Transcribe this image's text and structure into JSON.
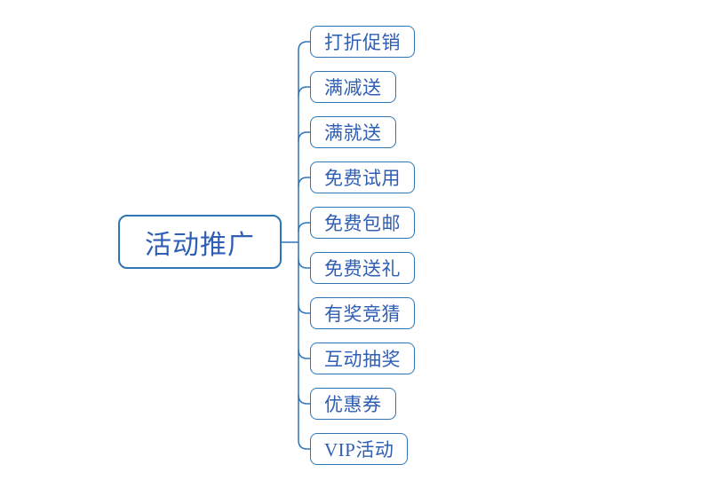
{
  "mindmap": {
    "root": {
      "label": "活动推广"
    },
    "children": [
      {
        "label": "打折促销"
      },
      {
        "label": "满减送"
      },
      {
        "label": "满就送"
      },
      {
        "label": "免费试用"
      },
      {
        "label": "免费包邮"
      },
      {
        "label": "免费送礼"
      },
      {
        "label": "有奖竞猜"
      },
      {
        "label": "互动抽奖"
      },
      {
        "label": "优惠券"
      },
      {
        "label": "VIP活动"
      }
    ],
    "colors": {
      "line": "#2E75B6",
      "border": "#2E75B6",
      "text": "#2F5EB5",
      "background": "#FFFFFF"
    }
  }
}
